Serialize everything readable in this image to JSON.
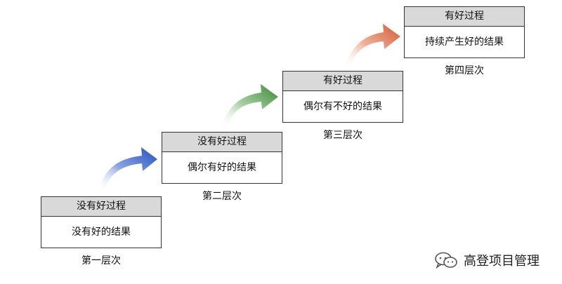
{
  "steps": [
    {
      "header": "没有好过程",
      "body": "没有好的结果",
      "level": "第一层次"
    },
    {
      "header": "没有好过程",
      "body": "偶尔有好的结果",
      "level": "第二层次"
    },
    {
      "header": "有好过程",
      "body": "偶尔有不好的结果",
      "level": "第三层次"
    },
    {
      "header": "有好过程",
      "body": "持续产生好的结果",
      "level": "第四层次"
    }
  ],
  "arrows": [
    {
      "color": "#1f4fbf",
      "icon": "curved-arrow-icon"
    },
    {
      "color": "#3a8a35",
      "icon": "curved-arrow-icon"
    },
    {
      "color": "#d45a34",
      "icon": "curved-arrow-icon"
    }
  ],
  "watermark": {
    "text": "高登项目管理",
    "icon": "wechat-icon"
  }
}
